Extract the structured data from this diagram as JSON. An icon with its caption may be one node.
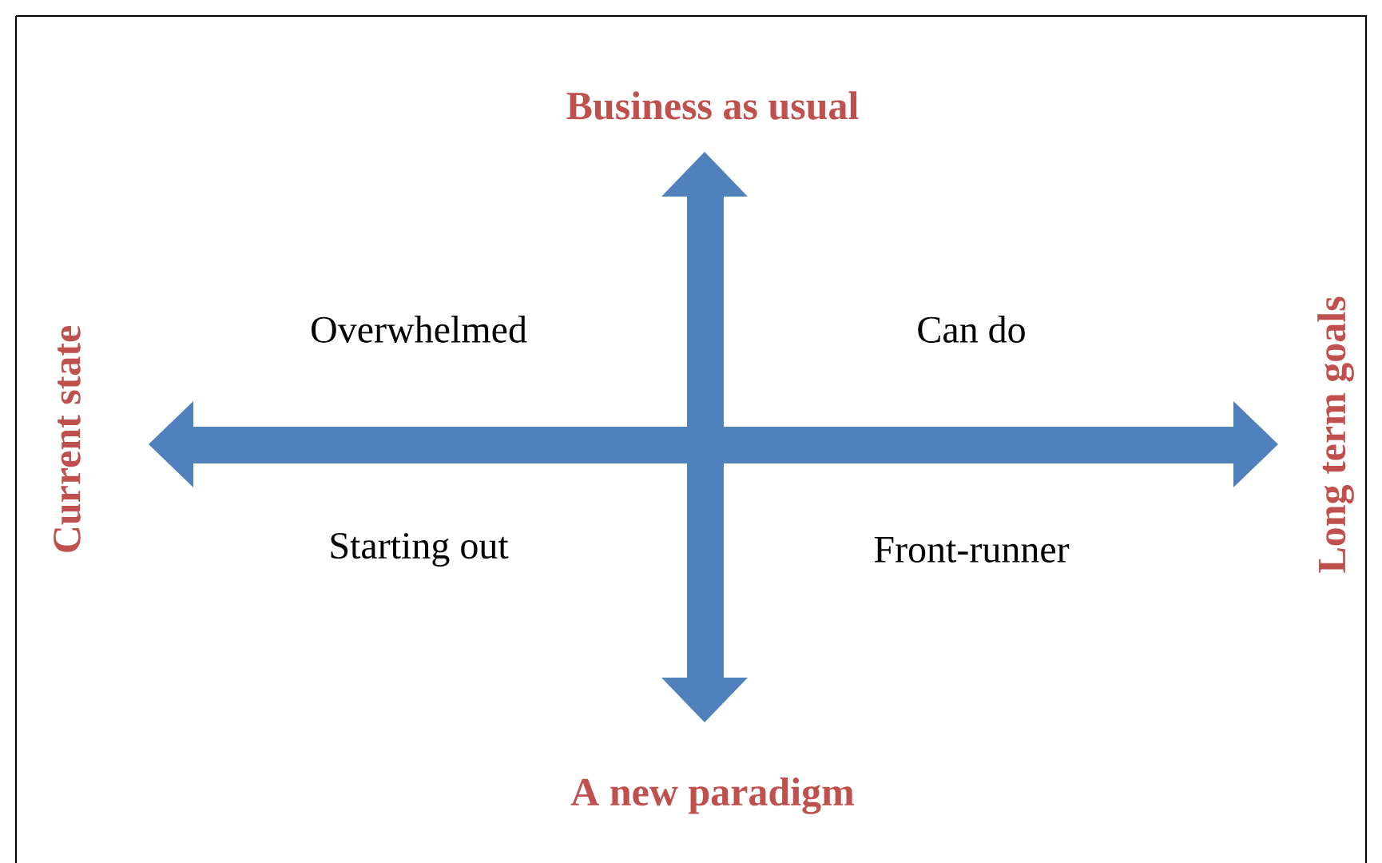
{
  "diagram": {
    "labels": [
      "Business as usual",
      "Current state",
      "Overwhelmed",
      "Can do",
      "Long term goals",
      "Starting out",
      "Front-runner",
      "A new paradigm"
    ]
  }
}
